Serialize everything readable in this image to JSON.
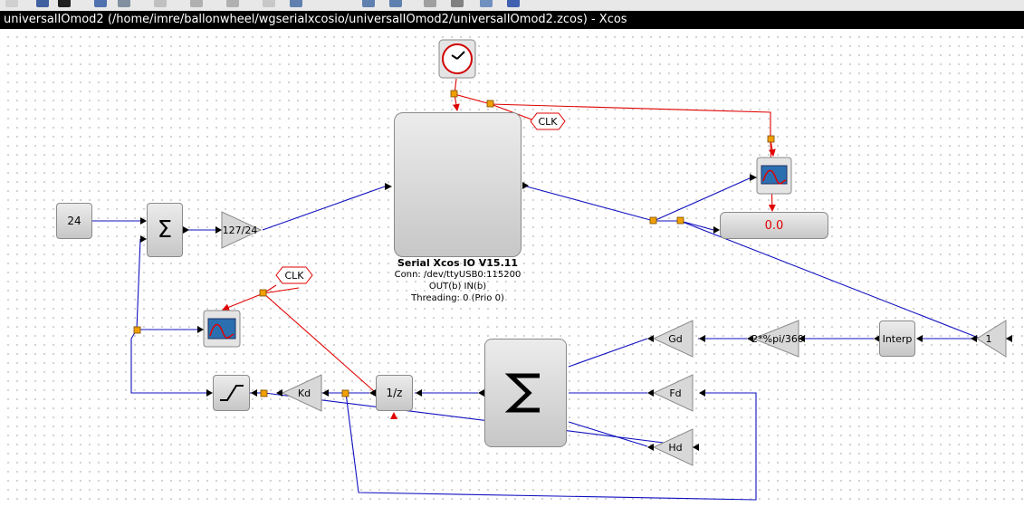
{
  "window": {
    "title": "universalIOmod2 (/home/imre/ballonwheel/wgserialxcosio/universalIOmod2/universalIOmod2.zcos) - Xcos"
  },
  "toolbar": {
    "icons": [
      "new-icon",
      "open-icon",
      "save-icon",
      "save-as-icon",
      "print-icon",
      "cut-icon",
      "undo-icon",
      "redo-icon",
      "fit-icon",
      "zoom-in-icon",
      "zoom-out-icon",
      "start-icon",
      "stop-icon",
      "settings-icon",
      "help-icon"
    ]
  },
  "blocks": {
    "const24": "24",
    "sum_symbol": "Σ",
    "gain1": "127/24",
    "serial": {
      "title": "Serial Xcos IO V15.11",
      "conn": "Conn: /dev/ttyUSB0:115200",
      "io": "OUT(b) IN(b)",
      "threading": "Threading: 0 (Prio 0)"
    },
    "display_value": "0.0",
    "clk_top": "CLK",
    "clk_mid": "CLK",
    "unit_delay": "1/z",
    "kd": "Kd",
    "gd": "Gd",
    "fd": "Fd",
    "hd": "Hd",
    "pi_gain": "2*%pi/360",
    "interp": "Interp",
    "const1": "1"
  },
  "colors": {
    "data_link": "#1010c0",
    "event_link": "#e00000",
    "split_point": "#f0a000",
    "display_text": "#e00000"
  }
}
